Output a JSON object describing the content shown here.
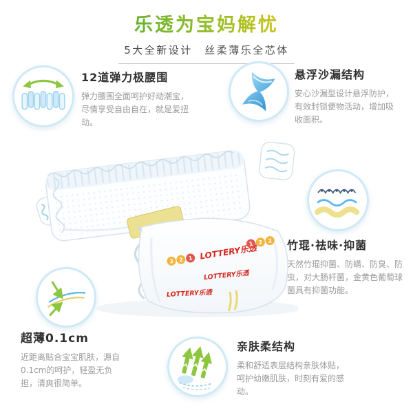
{
  "header": {
    "title": "乐透为宝妈解忧",
    "subtitle": "5大全新设计　丝柔薄乐全芯体"
  },
  "features": [
    {
      "title": "12道弹力极腰围",
      "desc": "弹力腰围全面呵护好动潮宝，尽情享受自由自在，就是爱扭动。"
    },
    {
      "title": "悬浮沙漏结构",
      "desc": "安心沙漏型设计悬浮防护，有效封锁便物活动，增加吸收面积。"
    },
    {
      "title": "竹琨·祛味·抑菌",
      "desc": "天然竹琨抑菌、防螨、防臭、防虫，对大肠杆菌，金黄色葡萄球菌具有抑菌功能。"
    },
    {
      "title": "超薄0.1cm",
      "desc": "近距离贴合宝宝肌肤，源自0.1cm的呵护，轻盈无负担，清爽很简单。"
    },
    {
      "title": "亲肤柔结构",
      "desc": "柔和舒适表层结构亲肤体贴，呵护幼嫩肌肤，时刻有爱的感动。"
    }
  ],
  "product": {
    "brand_logo": "LOTTERY乐透",
    "badges_left": [
      "3",
      "2",
      "1"
    ],
    "badges_right": [
      "1",
      "2",
      "2"
    ]
  },
  "icons": {
    "feature_icons": [
      "elastic-waistband-icon",
      "hourglass-icon",
      "absorbent-layers-icon",
      "ultrathin-layers-icon",
      "soft-touch-arrows-icon"
    ]
  },
  "colors": {
    "title_green": "#69b32e",
    "title_yellow": "#cbc51e",
    "accent_green": "#8dc63f",
    "accent_blue": "#5bb7e8",
    "pad_yellow": "#ece093",
    "logo_red": "#d6281e",
    "circle_border": "#cfe9f6"
  }
}
